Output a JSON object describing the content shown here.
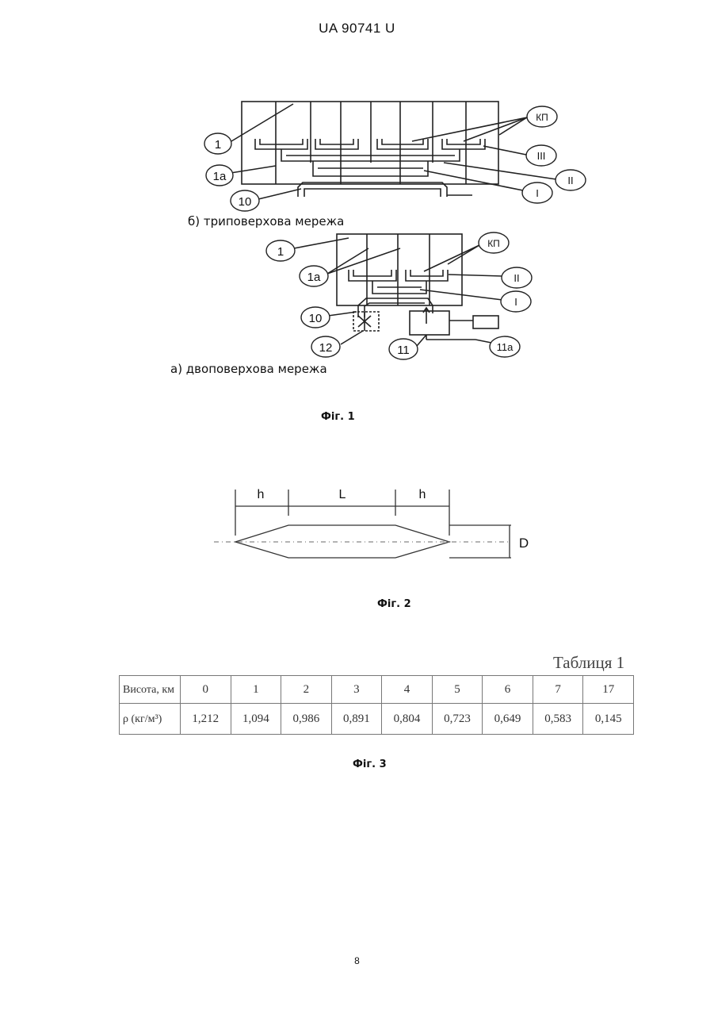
{
  "header": {
    "doc_id": "UA   90741   U"
  },
  "fig1": {
    "caption_b": "б) триповерхова мережа",
    "caption_a": "а) двоповерхова мережа",
    "label": "Фіг. 1",
    "top_callouts": {
      "c1": "1",
      "c1a": "1a",
      "c10": "10",
      "kp": "КП",
      "III": "III",
      "II": "II",
      "I": "I"
    },
    "bottom_callouts": {
      "c1": "1",
      "c1a": "1a",
      "c10": "10",
      "c12": "12",
      "c11": "11",
      "c11a": "11a",
      "kp": "КП",
      "II": "II",
      "I": "I"
    }
  },
  "fig2": {
    "dims": {
      "h_left": "h",
      "L": "L",
      "h_right": "h",
      "D": "D"
    },
    "label": "Фіг. 2"
  },
  "fig3": {
    "table_title": "Таблиця 1",
    "row1_header": "Висота, км",
    "row2_header": "ρ (кг/м³)",
    "heights": [
      "0",
      "1",
      "2",
      "3",
      "4",
      "5",
      "6",
      "7",
      "17"
    ],
    "densities": [
      "1,212",
      "1,094",
      "0,986",
      "0,891",
      "0,804",
      "0,723",
      "0,649",
      "0,583",
      "0,145"
    ],
    "label": "Фіг. 3"
  },
  "page_number": "8"
}
